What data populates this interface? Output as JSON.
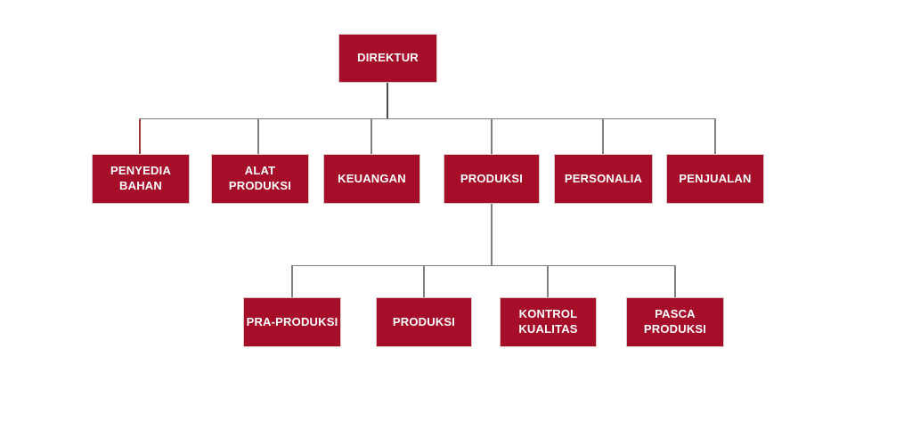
{
  "colors": {
    "background": "#FFFFFF",
    "box_fill": "#A50D28",
    "box_border": "#D9C7C2",
    "box_text": "#FFFFFF",
    "connector": "#7F7F7F",
    "connector_dark": "#4D4D4D",
    "connector_red": "#9E3A38"
  },
  "nodes": [
    {
      "id": "direktur",
      "label": "DIREKTUR",
      "parent": null
    },
    {
      "id": "penyedia-bahan",
      "label": "PENYEDIA\nBAHAN",
      "parent": "direktur"
    },
    {
      "id": "alat-produksi",
      "label": "ALAT\nPRODUKSI",
      "parent": "direktur"
    },
    {
      "id": "keuangan",
      "label": "KEUANGAN",
      "parent": "direktur"
    },
    {
      "id": "produksi",
      "label": "PRODUKSI",
      "parent": "direktur"
    },
    {
      "id": "personalia",
      "label": "PERSONALIA",
      "parent": "direktur"
    },
    {
      "id": "penjualan",
      "label": "PENJUALAN",
      "parent": "direktur"
    },
    {
      "id": "pra-produksi",
      "label": "PRA-PRODUKSI",
      "parent": "produksi"
    },
    {
      "id": "produksi-sub",
      "label": "PRODUKSI",
      "parent": "produksi"
    },
    {
      "id": "kontrol-kualitas",
      "label": "KONTROL\nKUALITAS",
      "parent": "produksi"
    },
    {
      "id": "pasca-produksi",
      "label": "PASCA\nPRODUKSI",
      "parent": "produksi"
    }
  ]
}
